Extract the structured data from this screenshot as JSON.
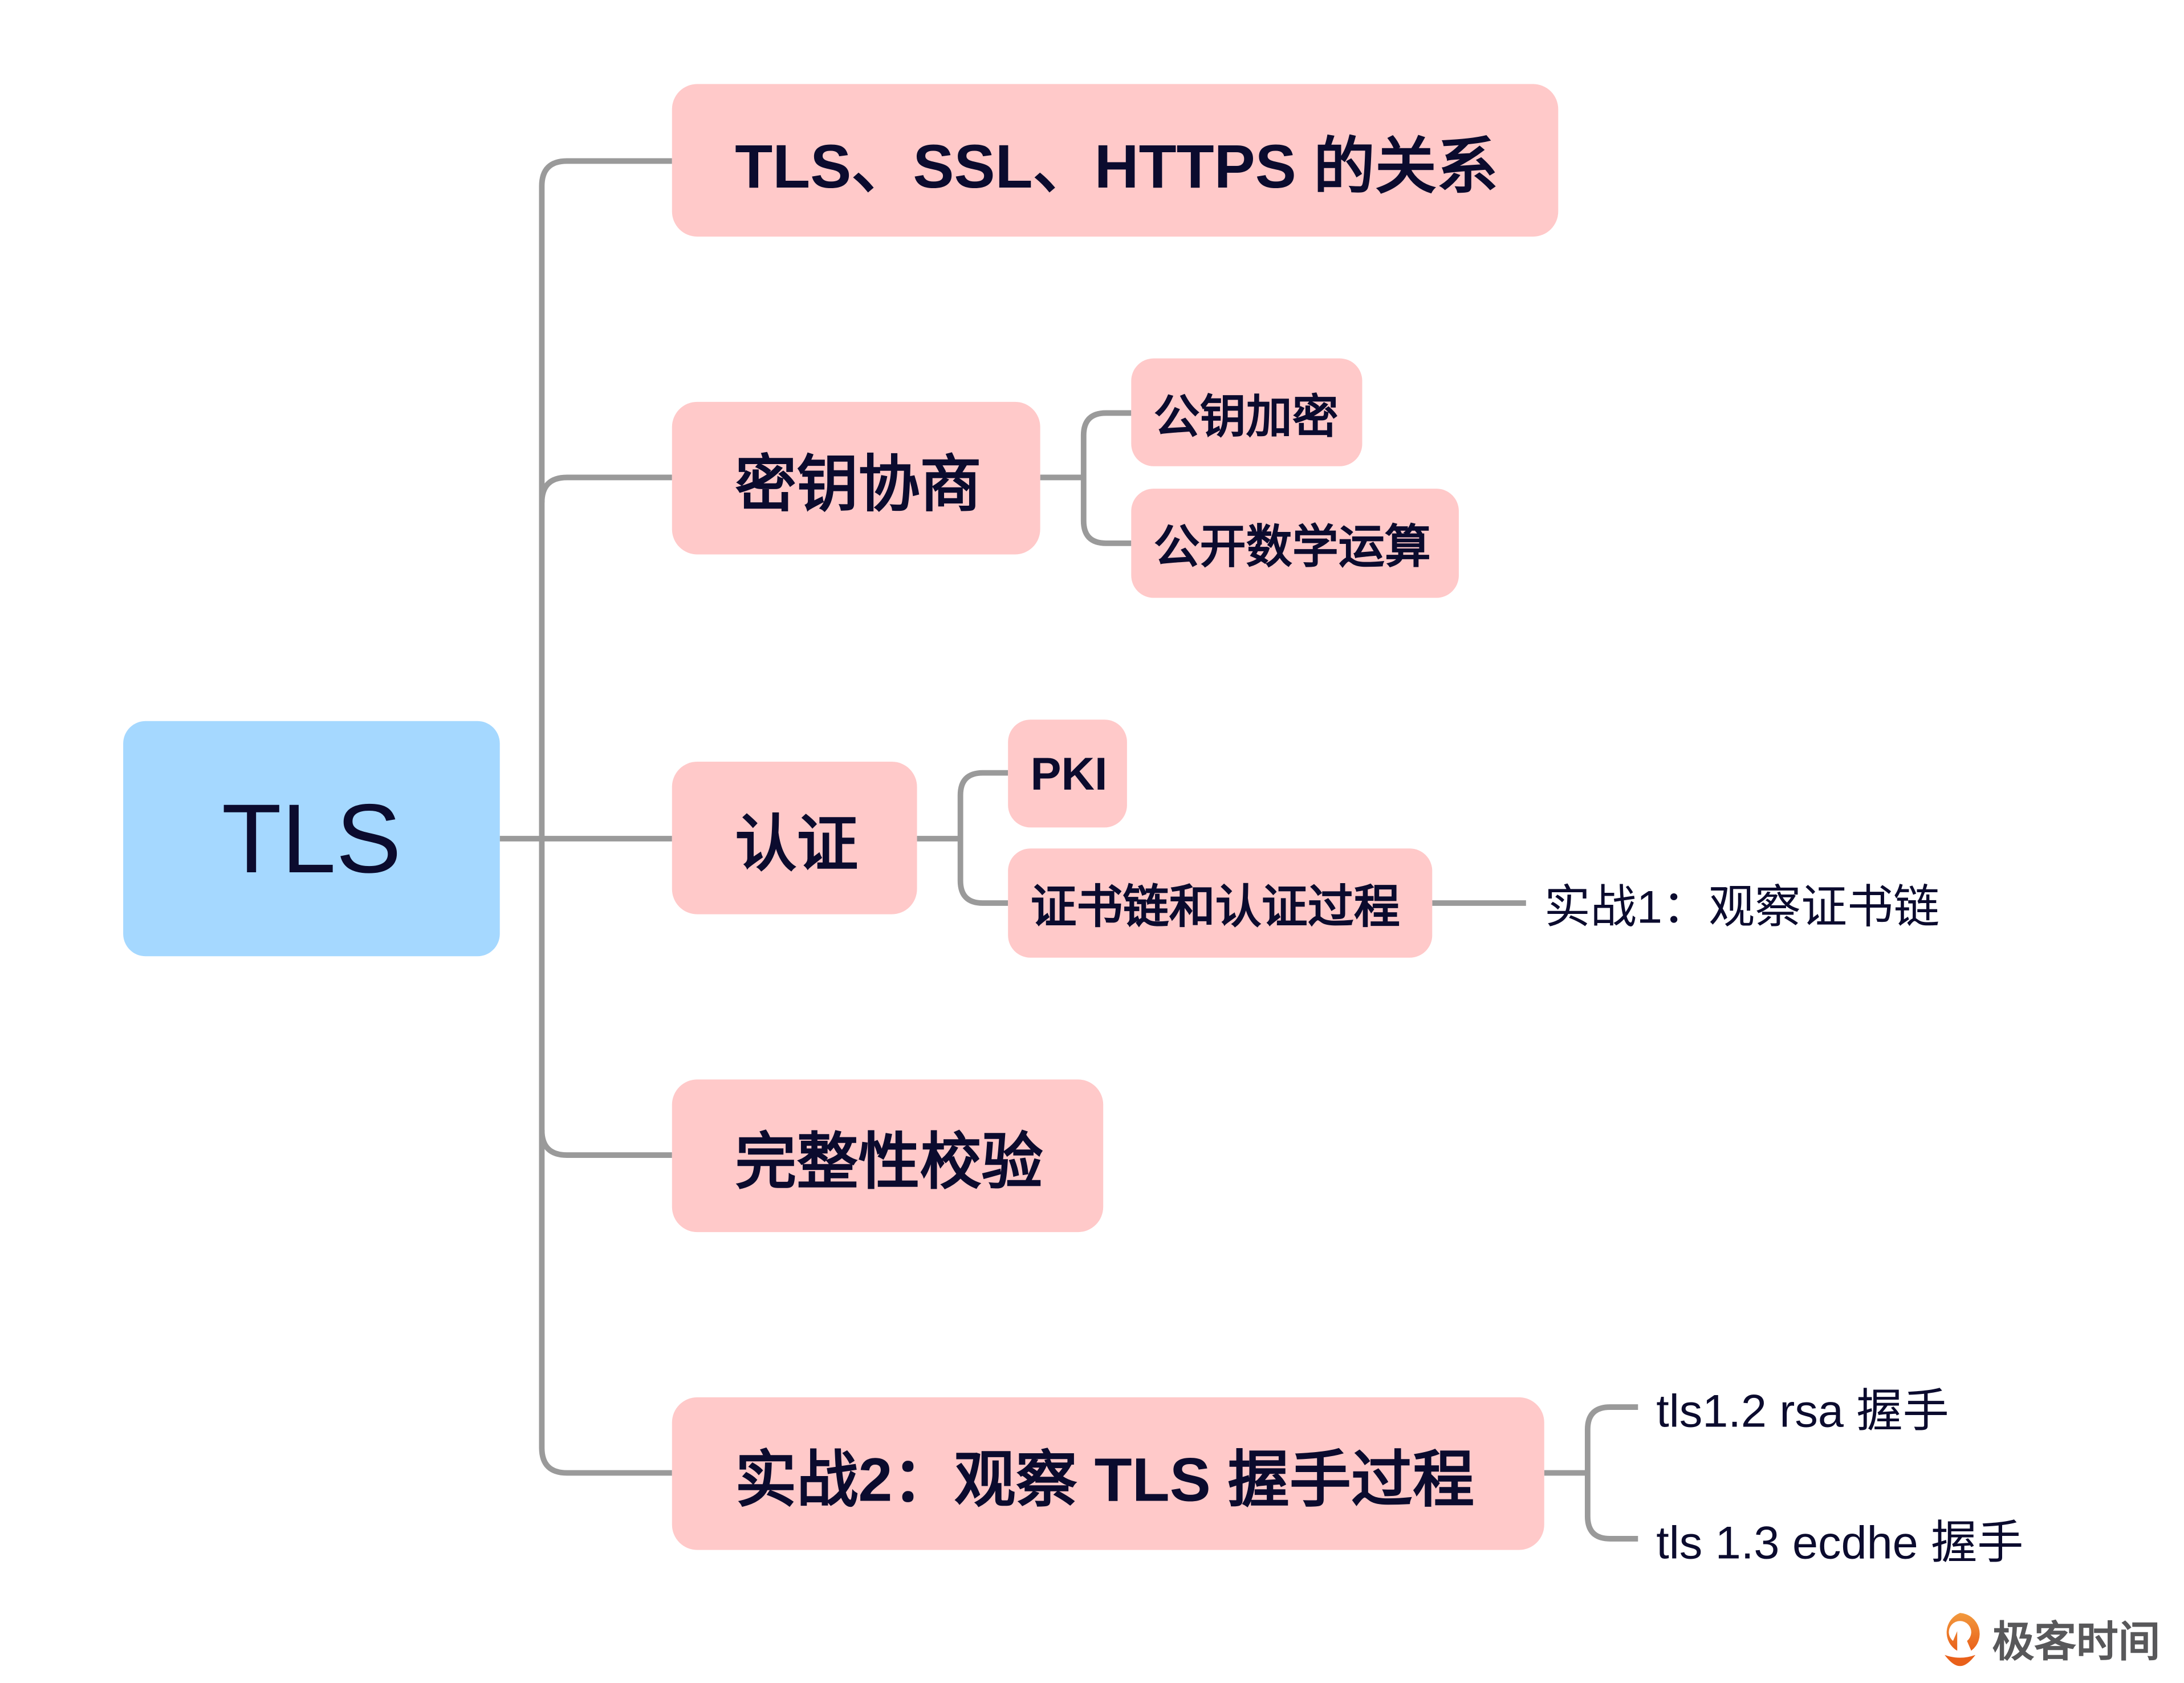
{
  "root": {
    "label": "TLS"
  },
  "branches": [
    {
      "label": "TLS、SSL、HTTPS 的关系"
    },
    {
      "label": "密钥协商",
      "children": [
        {
          "label": "公钥加密"
        },
        {
          "label": "公开数学运算"
        }
      ]
    },
    {
      "label": "认证",
      "children": [
        {
          "label": "PKI"
        },
        {
          "label": "证书链和认证过程",
          "children": [
            {
              "label": "实战1：观察证书链"
            }
          ]
        }
      ]
    },
    {
      "label": "完整性校验"
    },
    {
      "label": "实战2：观察 TLS 握手过程",
      "children": [
        {
          "label": "tls1.2 rsa 握手"
        },
        {
          "label": "tls 1.3 ecdhe 握手"
        }
      ]
    }
  ],
  "logo": {
    "text": "极客时间"
  },
  "colors": {
    "root": "#a5d8ff",
    "node": "#ffc9c9",
    "line": "#999999",
    "logo": "#ec6a1c"
  }
}
